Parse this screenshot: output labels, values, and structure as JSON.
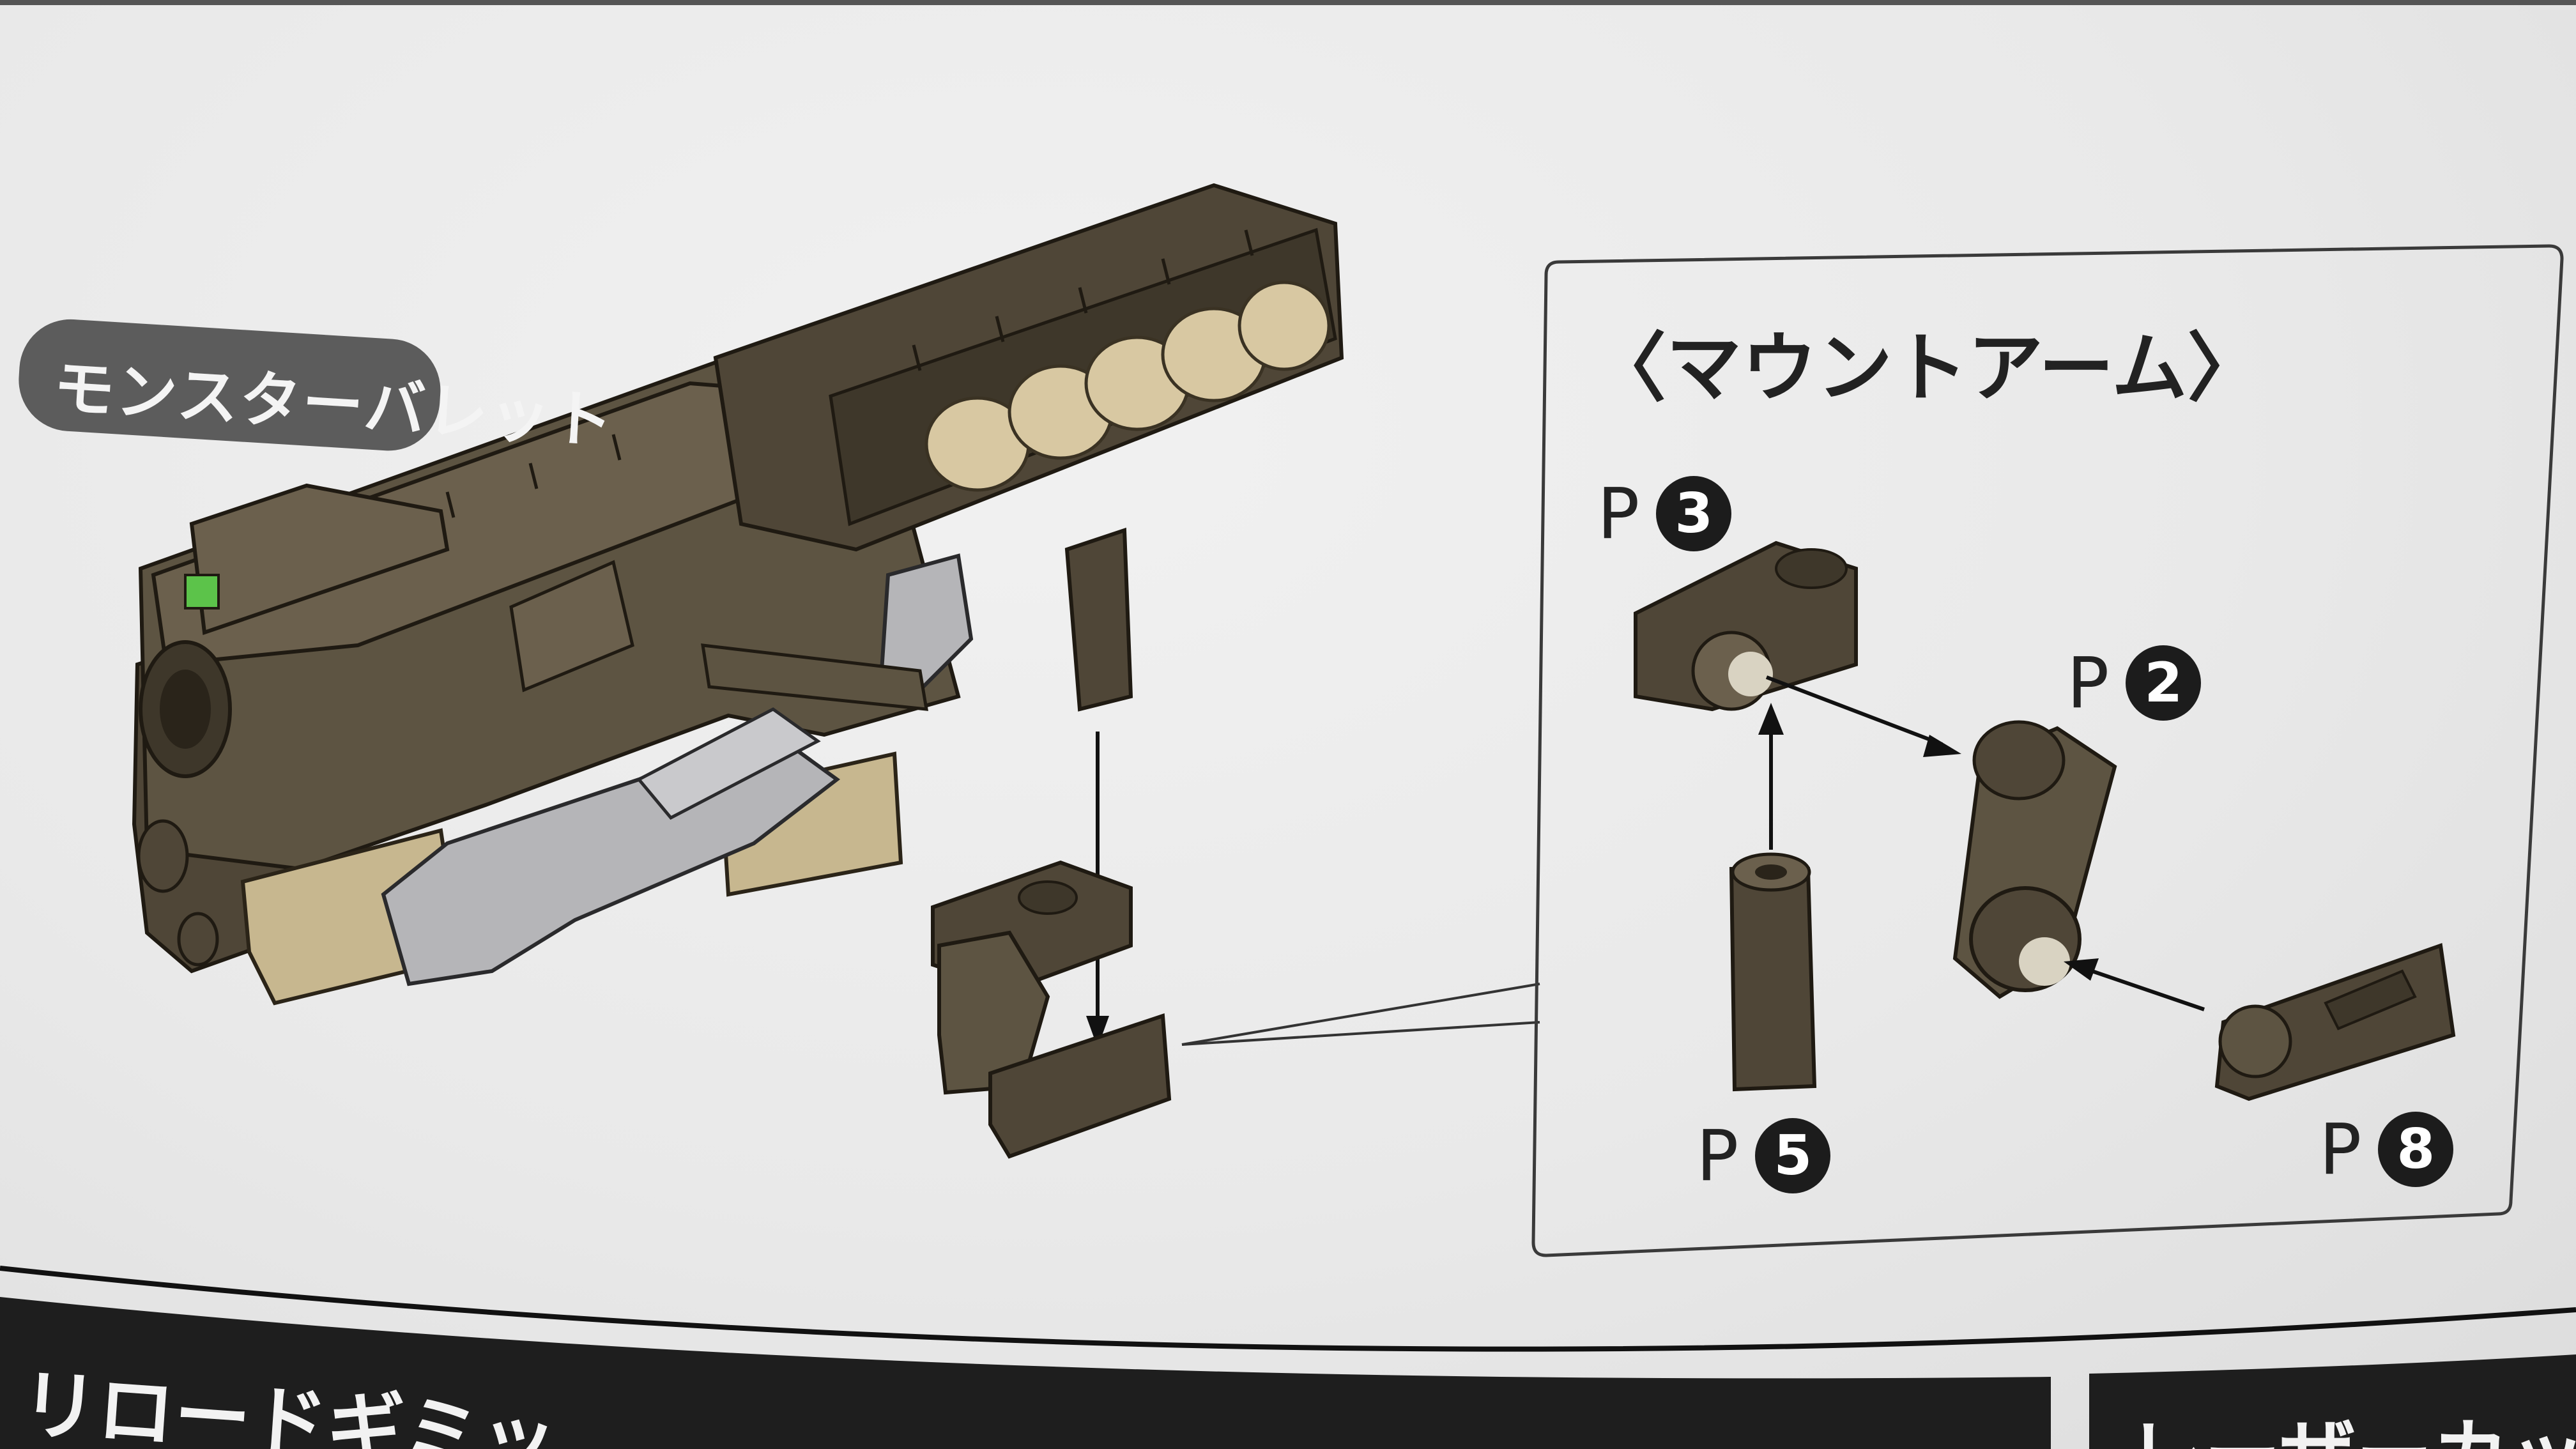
{
  "weapon": {
    "label": "モンスターバレット"
  },
  "panel": {
    "title": "〈マウントアーム〉",
    "parts": [
      {
        "letter": "P",
        "number": "3"
      },
      {
        "letter": "P",
        "number": "2"
      },
      {
        "letter": "P",
        "number": "5"
      },
      {
        "letter": "P",
        "number": "8"
      }
    ]
  },
  "footer": {
    "left_heading": "リロードギミッ",
    "right_heading": "レーザーカッタ"
  },
  "colors": {
    "part_dark": "#4f4637",
    "part_mid": "#6b604d",
    "ammo_tan": "#d8c8a2",
    "metal_grey": "#b5b5b8",
    "green_light": "#5cc34a"
  }
}
